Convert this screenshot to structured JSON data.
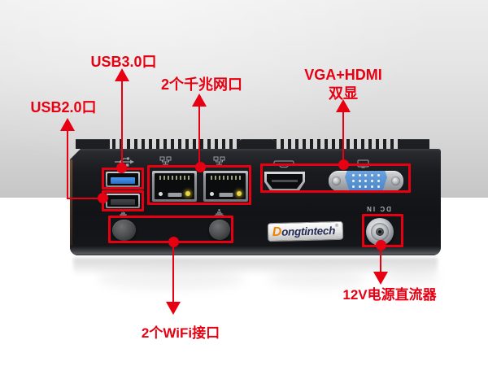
{
  "annotations": {
    "usb3": {
      "label": "USB3.0口"
    },
    "usb2": {
      "label": "USB2.0口"
    },
    "ethernet": {
      "label": "2个千兆网口"
    },
    "display": {
      "label_line1": "VGA+HDMI",
      "label_line2": "双显"
    },
    "wifi": {
      "label": "2个WiFi接口"
    },
    "power": {
      "label": "12V电源直流器"
    }
  },
  "device": {
    "brand_initial": "D",
    "brand_rest": "ongtintech",
    "brand_mark": "®",
    "dc_in_text": "DC IN",
    "ports_summary": {
      "usb3_count": 1,
      "usb2_count": 1,
      "gigabit_lan_count": 2,
      "wifi_antenna_count": 2,
      "video_outputs": [
        "HDMI",
        "VGA"
      ],
      "power_input": "12V DC"
    }
  },
  "icons": {
    "usb": "usb-trident-icon",
    "lan": "lan-network-icon",
    "hdmi": "hdmi-plug-icon",
    "vga": "monitor-icon",
    "antenna": "antenna-icon"
  },
  "colors": {
    "annotation_red": "#e60012",
    "usb3_blue": "#3a82d6",
    "vga_blue": "#5b95d5",
    "led_yellow": "#ecd63e",
    "logo_orange": "#f08300",
    "logo_navy": "#232a52",
    "chassis_black": "#15161a"
  }
}
